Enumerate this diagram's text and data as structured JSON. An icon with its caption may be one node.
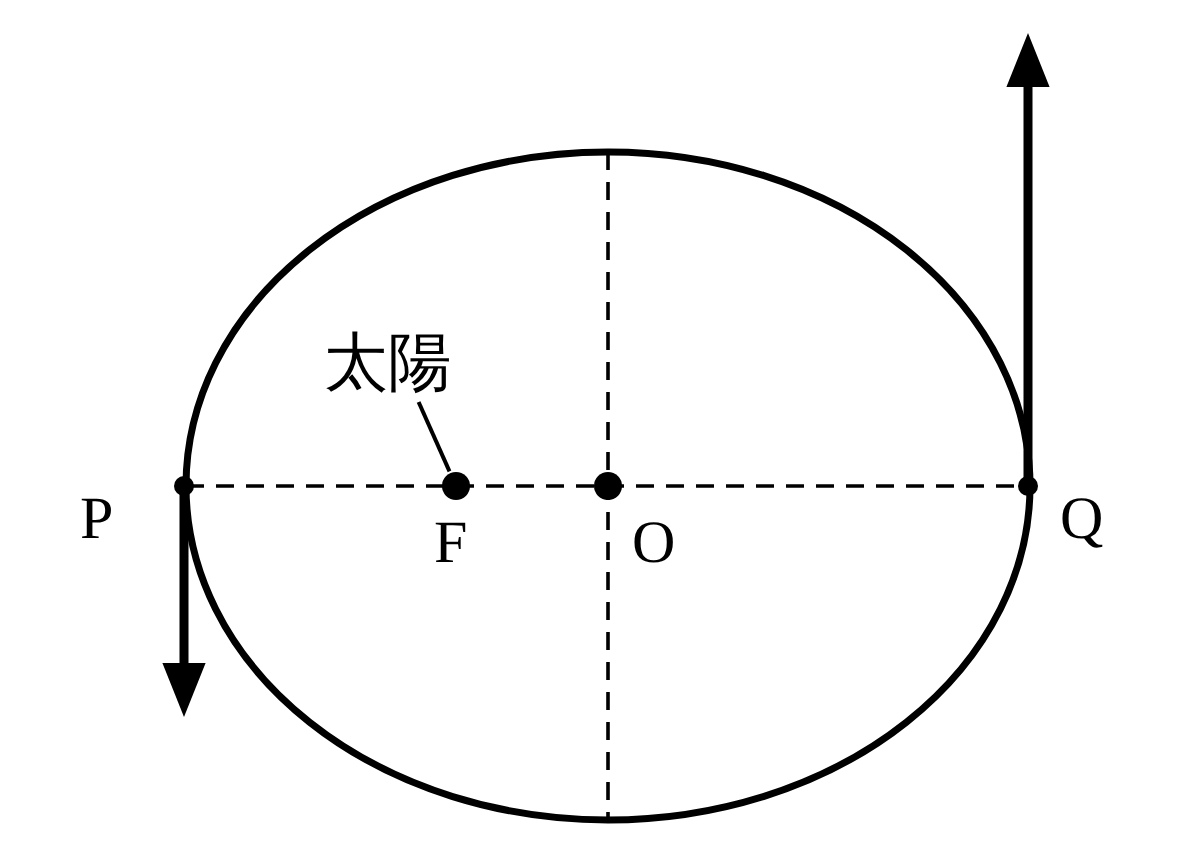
{
  "diagram": {
    "nodes": [
      {
        "text": [
          "太陽"
        ]
      },
      {
        "text": [],
        "shape": "circle",
        "beside": [
          "P"
        ]
      },
      {
        "text": [],
        "shape": "circle",
        "beside": [
          "F"
        ]
      },
      {
        "text": [],
        "shape": "circle",
        "beside": [
          "O"
        ]
      },
      {
        "text": [],
        "shape": "circle",
        "beside": [
          "Q"
        ]
      }
    ],
    "edges": [
      {
        "from": 0,
        "to": 2,
        "arrow": "none"
      }
    ]
  }
}
